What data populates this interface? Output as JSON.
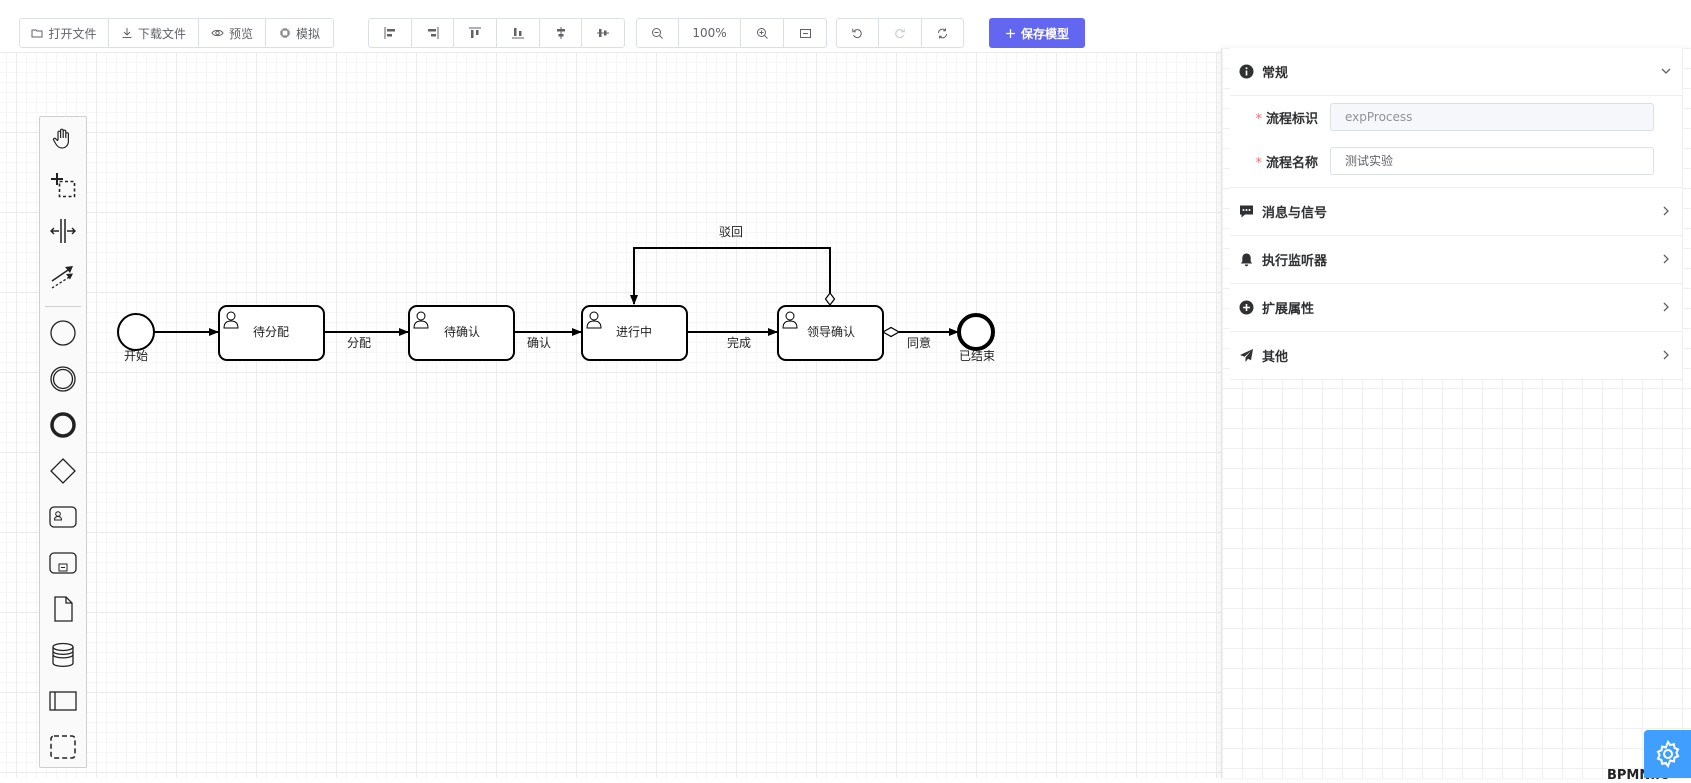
{
  "toolbar": {
    "open_file": "打开文件",
    "download_file": "下载文件",
    "preview": "预览",
    "simulate": "模拟",
    "zoom_level": "100%",
    "save_model": "保存模型"
  },
  "diagram": {
    "nodes": {
      "start": "开始",
      "pending_assign": "待分配",
      "pending_confirm": "待确认",
      "in_progress": "进行中",
      "leader_confirm": "领导确认",
      "end": "已结束"
    },
    "flows": {
      "assign": "分配",
      "confirm": "确认",
      "complete": "完成",
      "agree": "同意",
      "reject": "驳回"
    }
  },
  "panel": {
    "general": {
      "title": "常规",
      "process_id_label": "流程标识",
      "process_id_value": "expProcess",
      "process_name_label": "流程名称",
      "process_name_value": "测试实验"
    },
    "sections": {
      "messages_signals": "消息与信号",
      "listeners": "执行监听器",
      "extension": "扩展属性",
      "other": "其他"
    }
  },
  "watermark": "BPMN.iO",
  "colors": {
    "accent": "#6366f1",
    "settings_button": "#409eff",
    "required": "#f56c6c"
  }
}
